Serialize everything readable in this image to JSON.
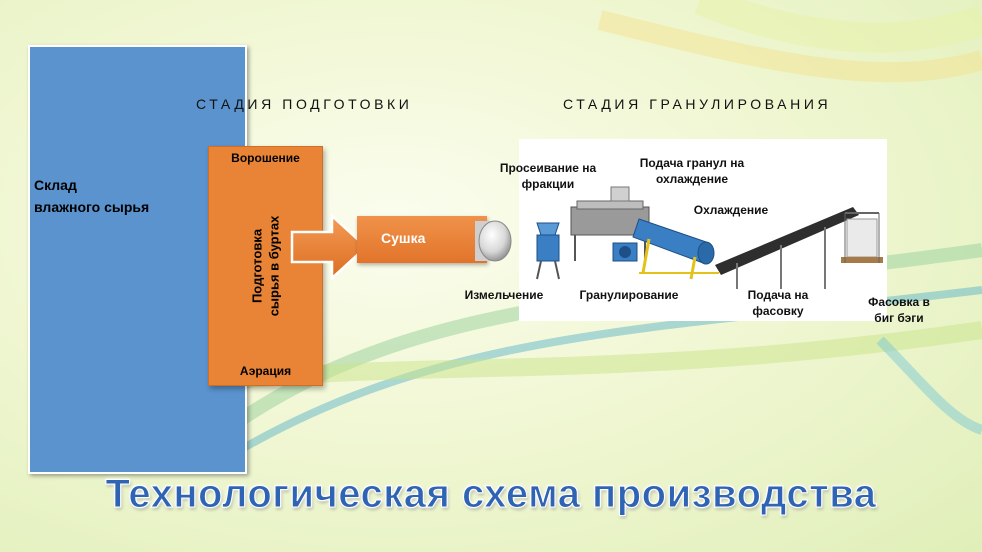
{
  "warehouse": {
    "label_line1": "Склад",
    "label_line2": "влажного сырья"
  },
  "stages": {
    "preparation": "СТАДИЯ ПОДГОТОВКИ",
    "granulation": "СТАДИЯ ГРАНУЛИРОВАНИЯ"
  },
  "preparation_box": {
    "top_label": "Ворошение",
    "vertical_line1": "Подготовка",
    "vertical_line2": "сырья в буртах",
    "bottom_label": "Аэрация"
  },
  "drying": {
    "label": "Сушка"
  },
  "equipment": {
    "sieving_line1": "Просеивание на",
    "sieving_line2": "фракции",
    "feed_cooling_line1": "Подача гранул на",
    "feed_cooling_line2": "охлаждение",
    "cooling": "Охлаждение",
    "grinding": "Измельчение",
    "granulation": "Гранулирование",
    "feed_packing_line1": "Подача на",
    "feed_packing_line2": "фасовку",
    "packing_line1": "Фасовка в",
    "packing_line2": "биг бэги"
  },
  "title": "Технологическая схема производства",
  "colors": {
    "warehouse": "#5b93cf",
    "process_orange": "#e98335",
    "title_blue": "#2f63b3",
    "machine_blue": "#3a7fc4"
  }
}
